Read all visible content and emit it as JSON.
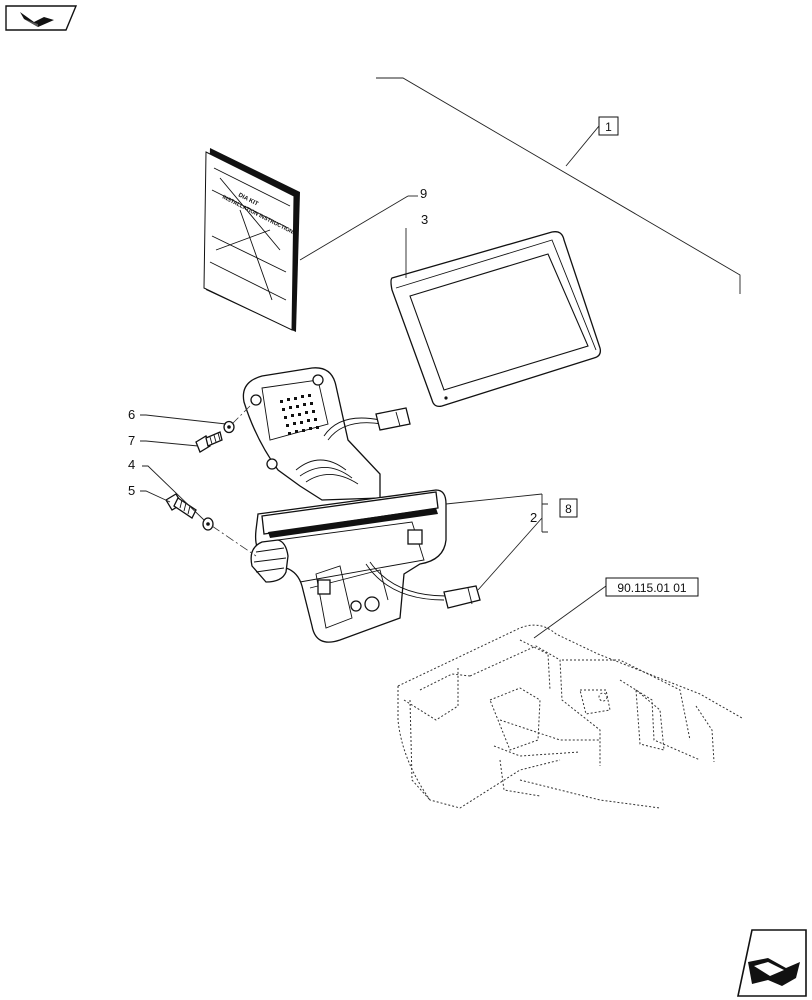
{
  "nav": {
    "prev_icon": "back-arrow-icon",
    "next_icon": "forward-arrow-icon"
  },
  "booklet": {
    "title": "DIA KIT",
    "subtitle": "INSTALLATION INSTRUCTIONS"
  },
  "callouts": {
    "c1": "1",
    "c2": "2",
    "c3": "3",
    "c4": "4",
    "c5": "5",
    "c6": "6",
    "c7": "7",
    "c8": "8",
    "c9": "9"
  },
  "reference": "90.115.01 01"
}
